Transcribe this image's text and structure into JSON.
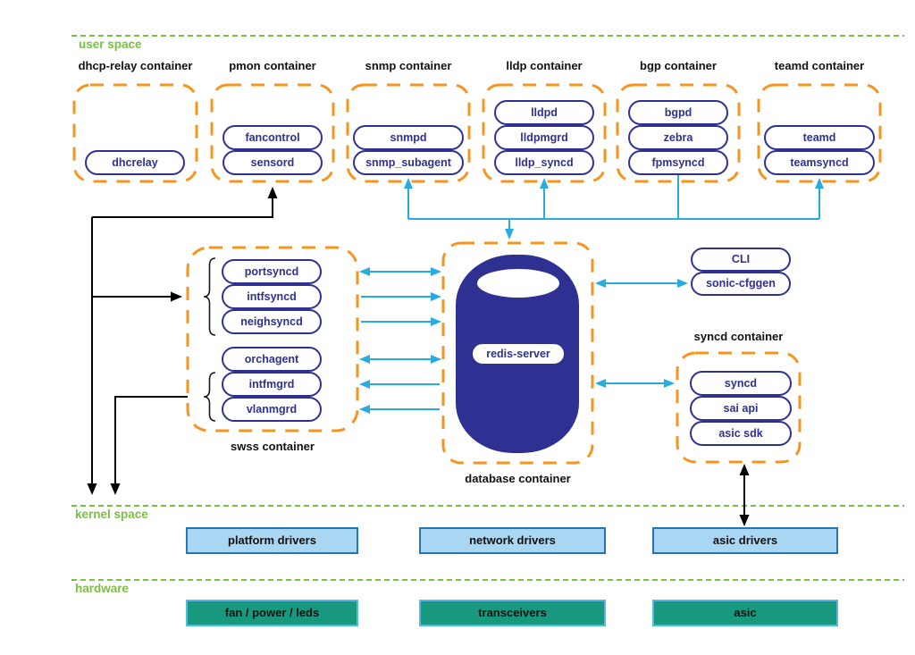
{
  "layers": {
    "user_space": "user space",
    "kernel_space": "kernel space",
    "hardware": "hardware"
  },
  "containers": [
    {
      "title": "dhcp-relay container",
      "processes": [
        "dhcrelay"
      ]
    },
    {
      "title": "pmon container",
      "processes": [
        "fancontrol",
        "sensord"
      ]
    },
    {
      "title": "snmp container",
      "processes": [
        "snmpd",
        "snmp_subagent"
      ]
    },
    {
      "title": "lldp container",
      "processes": [
        "lldpd",
        "lldpmgrd",
        "lldp_syncd"
      ]
    },
    {
      "title": "bgp container",
      "processes": [
        "bgpd",
        "zebra",
        "fpmsyncd"
      ]
    },
    {
      "title": "teamd container",
      "processes": [
        "teamd",
        "teamsyncd"
      ]
    }
  ],
  "swss": {
    "title": "swss container",
    "processes": [
      "portsyncd",
      "intfsyncd",
      "neighsyncd",
      "orchagent",
      "intfmgrd",
      "vlanmgrd"
    ]
  },
  "database": {
    "title": "database container",
    "process": "redis-server"
  },
  "cli": {
    "items": [
      "CLI",
      "sonic-cfggen"
    ]
  },
  "syncd": {
    "title": "syncd container",
    "processes": [
      "syncd",
      "sai api",
      "asic sdk"
    ]
  },
  "kernel_boxes": [
    "platform drivers",
    "network drivers",
    "asic drivers"
  ],
  "hardware_boxes": [
    "fan / power / leds",
    "transceivers",
    "asic"
  ],
  "colors": {
    "container_border": "#F7941E",
    "process_navy": "#2E3192",
    "arrow_blue": "#29ABE2",
    "layer_green": "#7AC143",
    "driver_fill": "#A9D7F3",
    "driver_border": "#2077B4",
    "hardware_fill": "#18997F",
    "cylinder_fill": "#2E3192"
  }
}
